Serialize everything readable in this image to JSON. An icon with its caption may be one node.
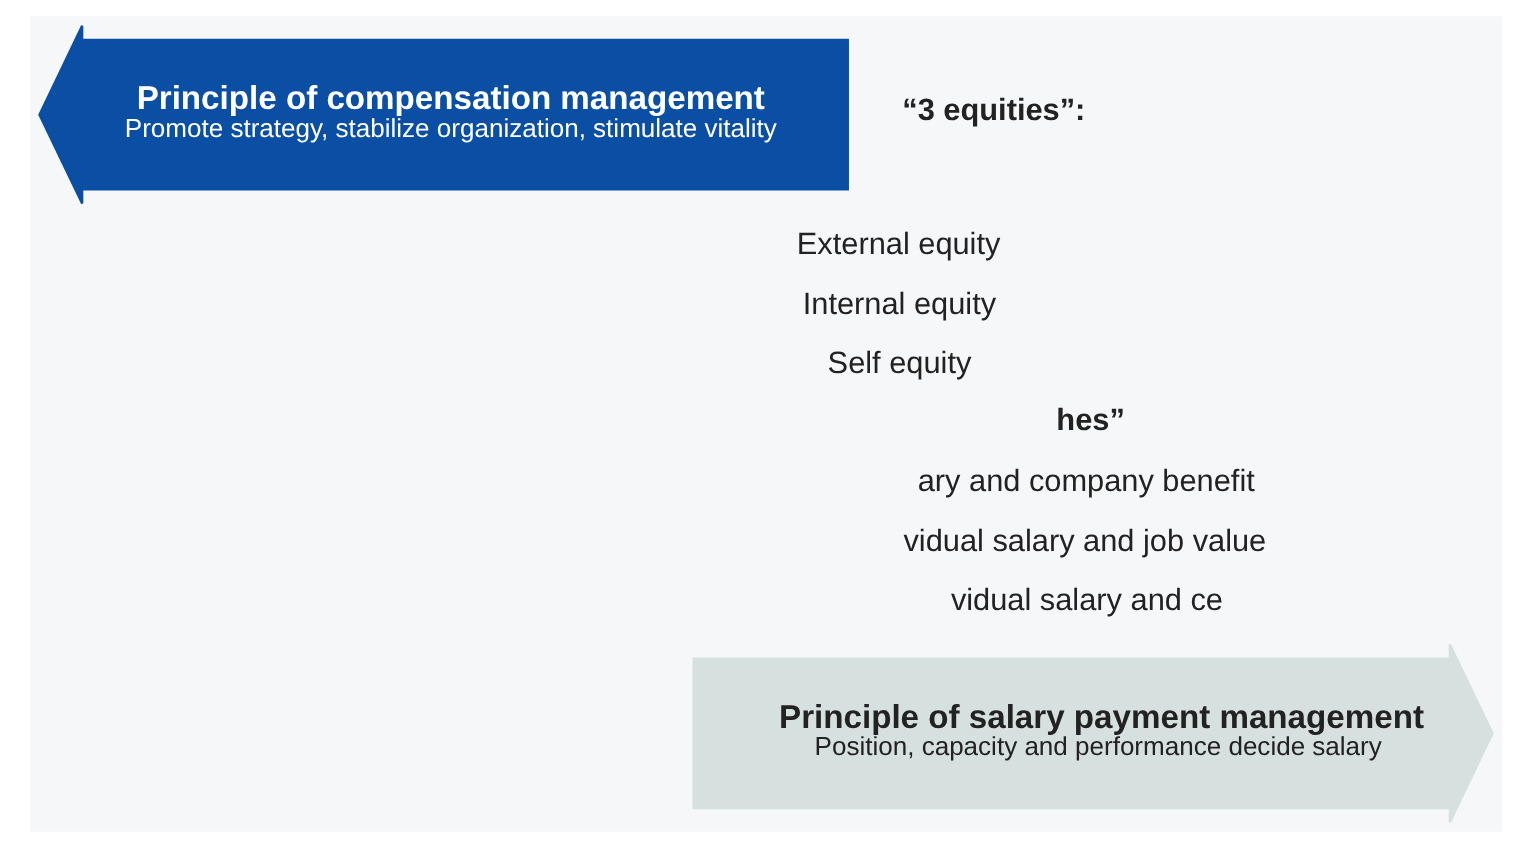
{
  "diagram": {
    "nodes": [
      {
        "text": [
          "Principle of compensation management",
          "Promote strategy, stabilize organization, stimulate vitality"
        ]
      },
      {
        "text": [
          "Principle of salary payment management",
          "Position, capacity and performance decide salary"
        ]
      }
    ],
    "edges": [],
    "labels": [
      "“3 equities”:",
      "External equity",
      "Internal equity",
      "Self equity",
      "hes”",
      "ary and company benefit",
      "vidual salary and job value",
      "vidual salary and ce"
    ]
  }
}
